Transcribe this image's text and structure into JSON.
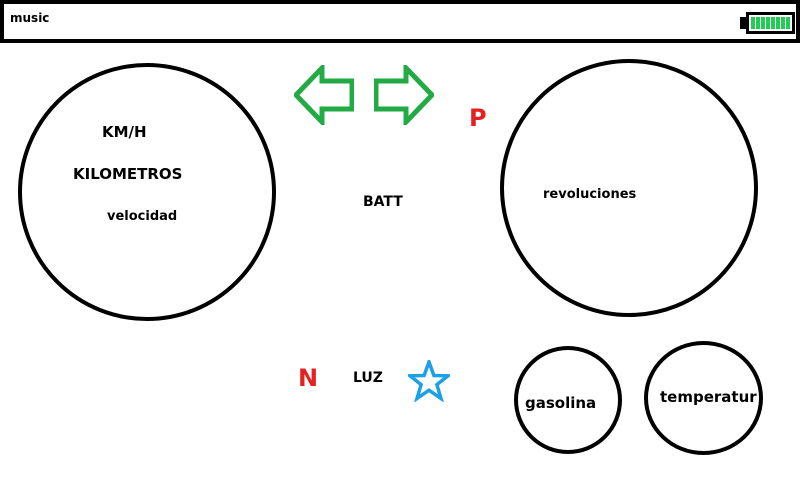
{
  "header": {
    "music_label": "music"
  },
  "left_gauge": {
    "kmh_label": "KM/H",
    "kilometers_label": "KILOMETROS",
    "speed_label": "velocidad"
  },
  "center": {
    "batt_label": "BATT",
    "park_indicator": "P",
    "neutral_indicator": "N",
    "light_label": "LUZ"
  },
  "right_gauge": {
    "rpm_label": "revoluciones"
  },
  "small_gauges": {
    "fuel_label": "gasolina",
    "temp_label": "temperatur"
  },
  "colors": {
    "arrow_green": "#22aa44",
    "indicator_red": "#e42222",
    "star_blue": "#1ea0e6",
    "battery_green": "#22cc55"
  },
  "icons": {
    "left_arrow": "left-turn-arrow-icon",
    "right_arrow": "right-turn-arrow-icon",
    "battery": "battery-icon",
    "star": "star-icon"
  },
  "battery_level": 1.0
}
